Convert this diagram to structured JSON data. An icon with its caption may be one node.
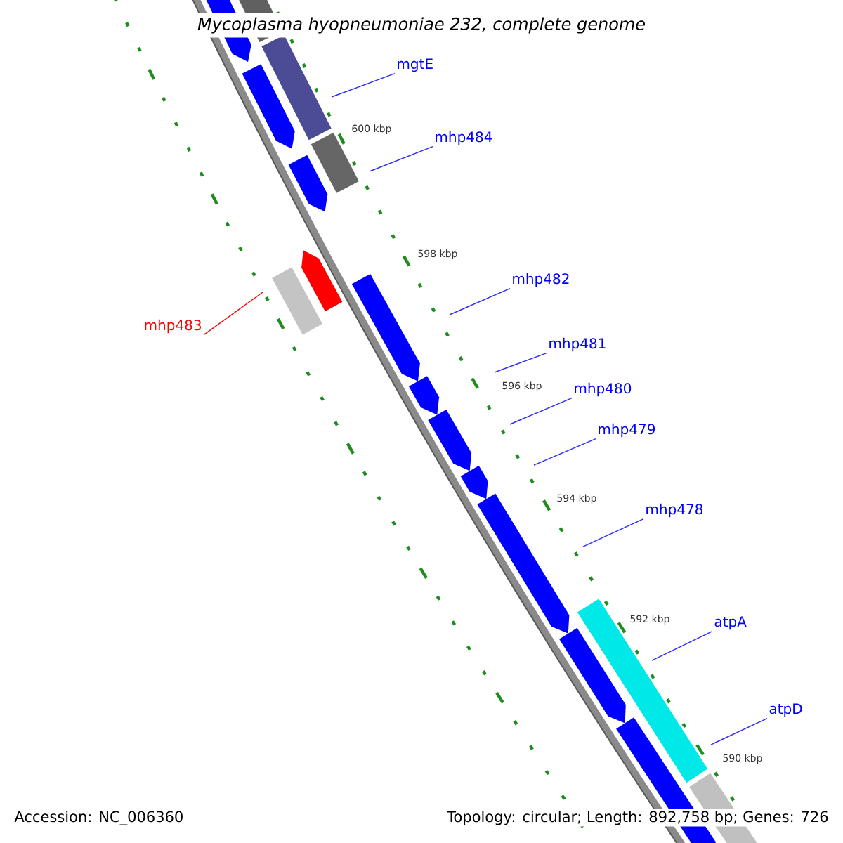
{
  "diagram": {
    "title": "Mycoplasma hyopneumoniae 232, complete genome",
    "nodes": [
      {
        "text": [
          "mgtE"
        ]
      },
      {
        "text": [
          "mhp484"
        ]
      },
      {
        "text": [
          "mhp482"
        ]
      },
      {
        "text": [
          "mhp483"
        ]
      },
      {
        "text": [
          "mhp481"
        ]
      },
      {
        "text": [
          "mhp480"
        ]
      },
      {
        "text": [
          "mhp479"
        ]
      },
      {
        "text": [
          "mhp478"
        ]
      },
      {
        "text": [
          "atpA"
        ]
      },
      {
        "text": [
          "atpD"
        ]
      }
    ],
    "edges": [
      {
        "from": 0,
        "to": null,
        "arrow": "none"
      },
      {
        "from": 1,
        "to": null,
        "arrow": "none"
      },
      {
        "from": 2,
        "to": null,
        "arrow": "none"
      },
      {
        "from": 3,
        "to": null,
        "arrow": "none",
        "color": "#ff0000"
      },
      {
        "from": 4,
        "to": null,
        "arrow": "none"
      },
      {
        "from": 5,
        "to": null,
        "arrow": "none"
      },
      {
        "from": 6,
        "to": null,
        "arrow": "none"
      },
      {
        "from": 7,
        "to": null,
        "arrow": "none"
      },
      {
        "from": 8,
        "to": null,
        "arrow": "none"
      },
      {
        "from": 9,
        "to": null,
        "arrow": "none"
      }
    ],
    "labels": [
      "600 kbp",
      "598 kbp",
      "596 kbp",
      "594 kbp",
      "592 kbp",
      "590 kbp",
      "Accession: NC_006360",
      "Topology: circular; Length: 892,758 bp; Genes: 726"
    ]
  }
}
